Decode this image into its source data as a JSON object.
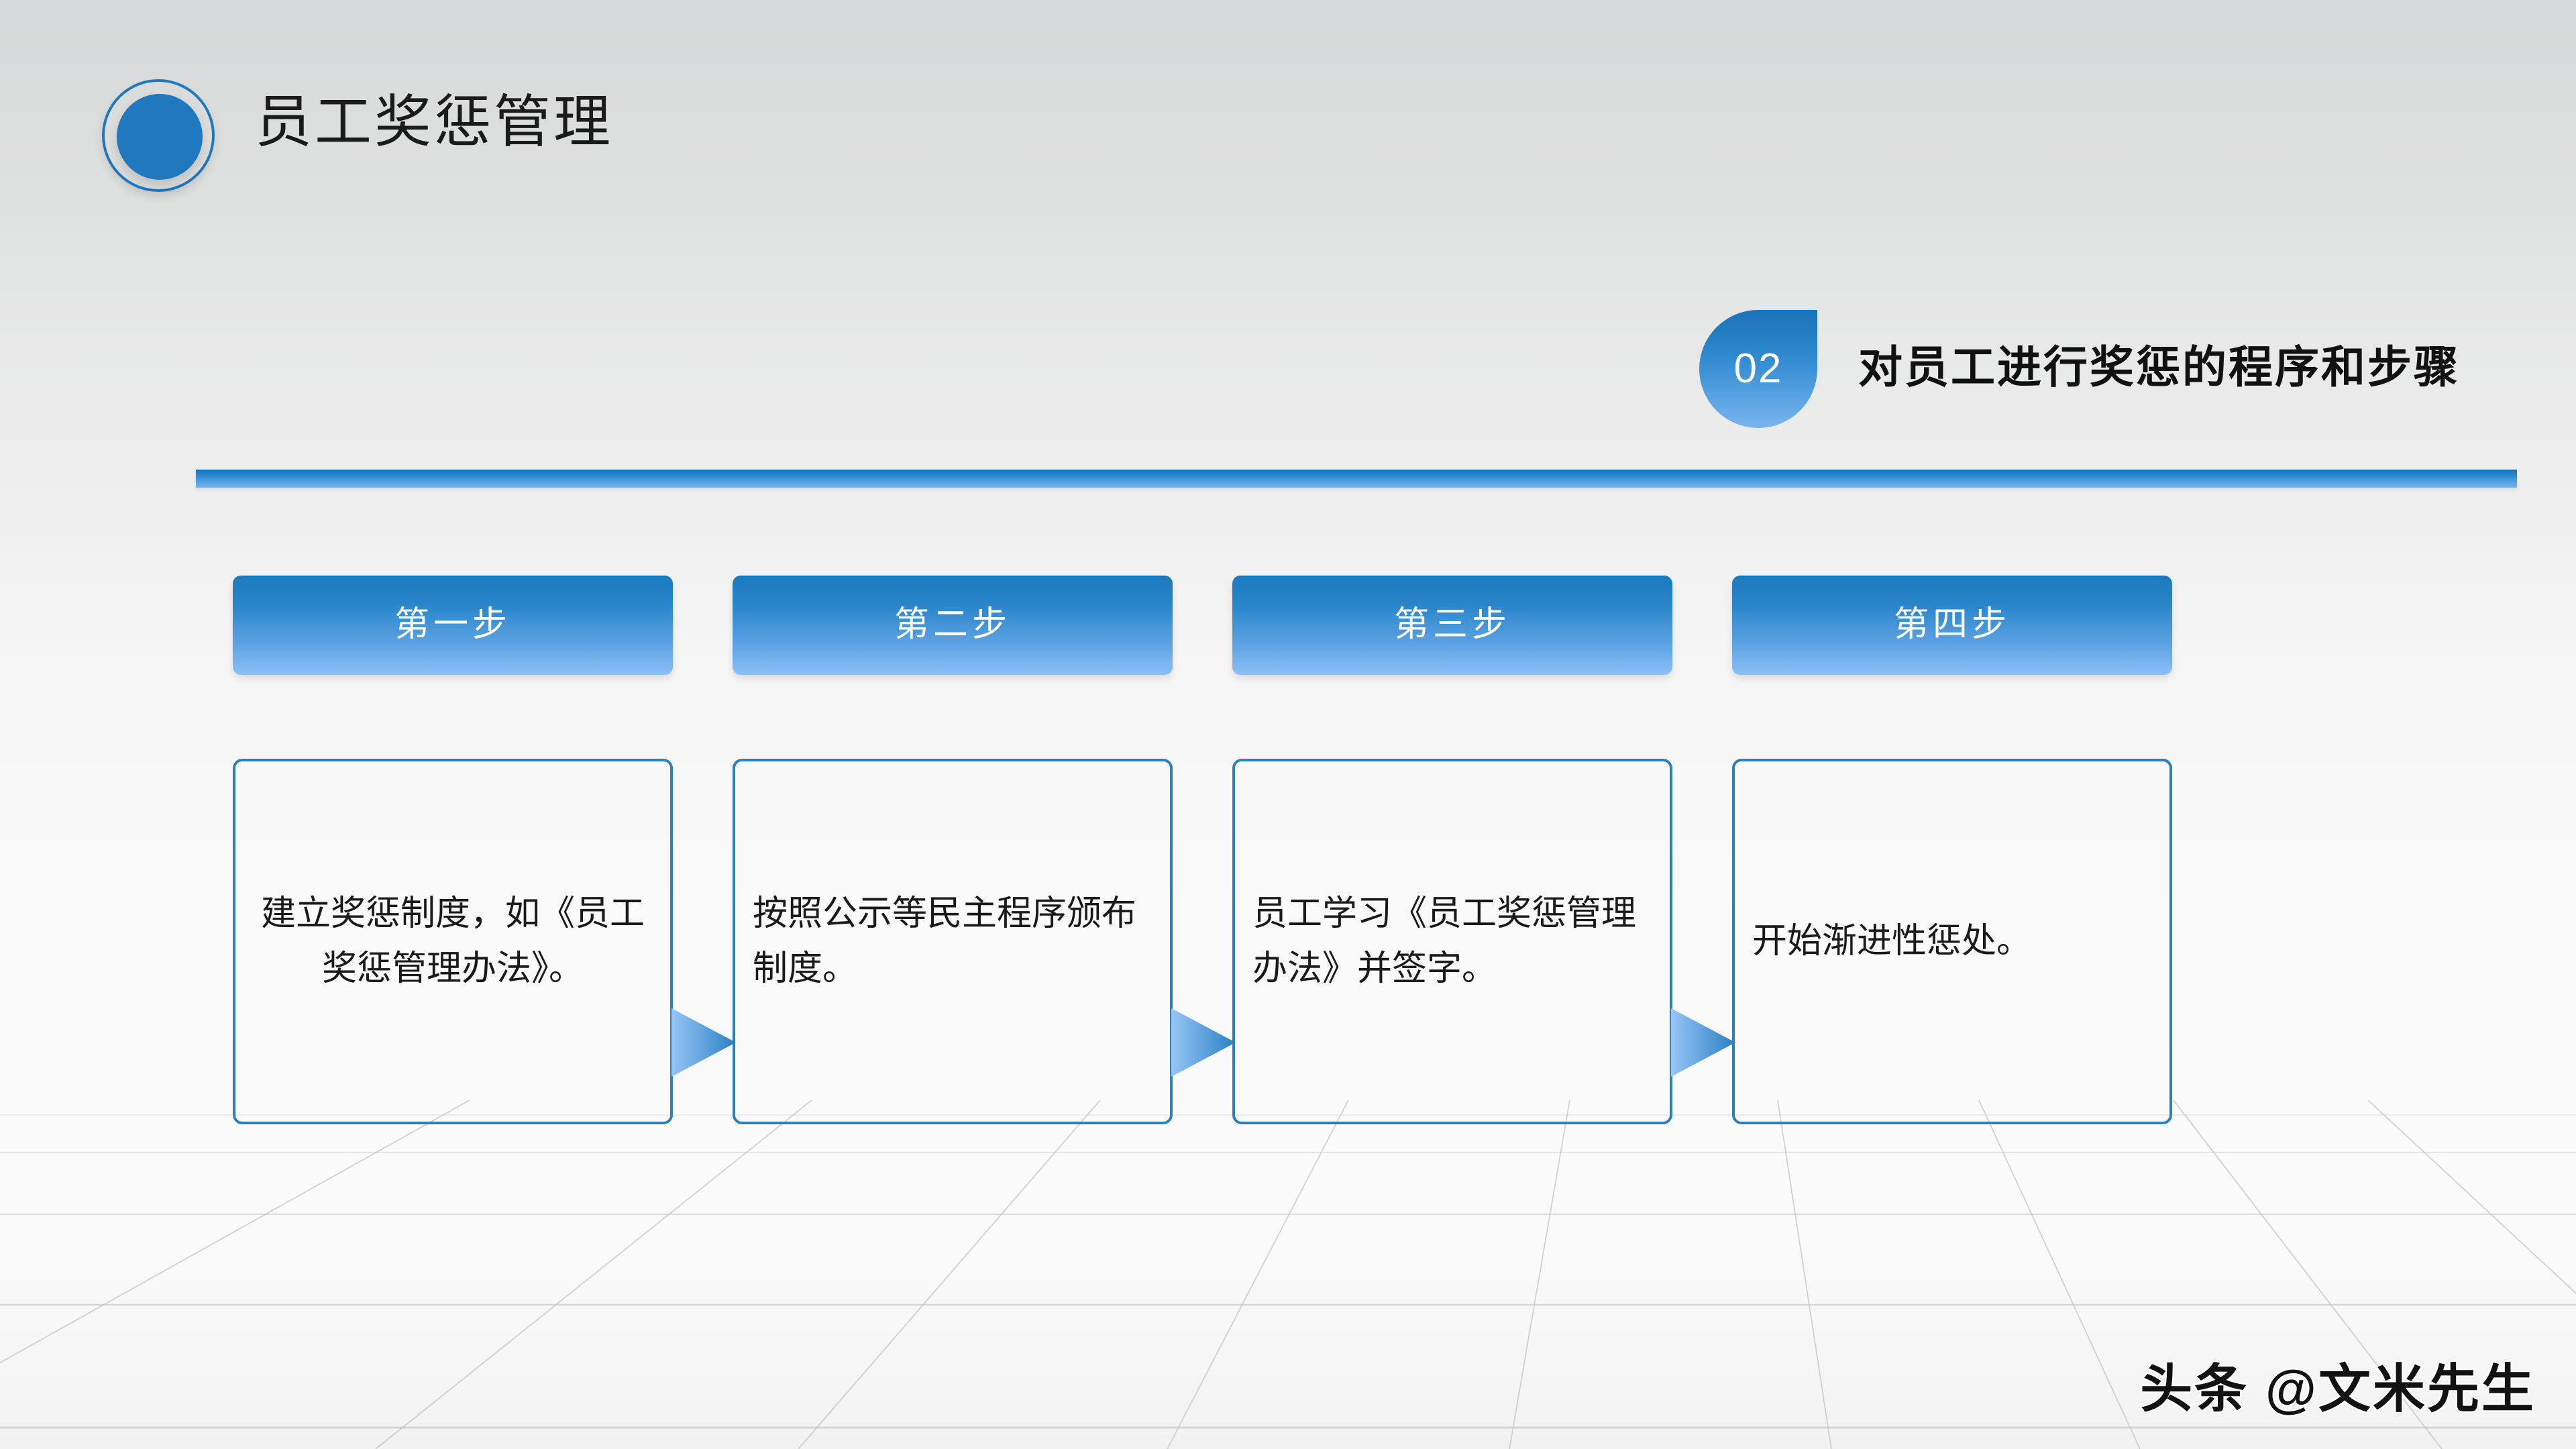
{
  "header": {
    "title": "员工奖惩管理",
    "logo_icon": "circle-badge-icon"
  },
  "section": {
    "number": "02",
    "title": "对员工进行奖惩的程序和步骤"
  },
  "steps": [
    {
      "label": "第一步",
      "text": "建立奖惩制度，如《员工奖惩管理办法》。",
      "align": "center"
    },
    {
      "label": "第二步",
      "text": "按照公示等民主程序颁布制度。",
      "align": "left"
    },
    {
      "label": "第三步",
      "text": "员工学习《员工奖惩管理办法》并签字。",
      "align": "left"
    },
    {
      "label": "第四步",
      "text": "开始渐进性惩处。",
      "align": "left"
    }
  ],
  "arrows": [
    {
      "icon": "arrow-right-icon"
    },
    {
      "icon": "arrow-right-icon"
    },
    {
      "icon": "arrow-right-icon"
    }
  ],
  "watermark": {
    "text": "头条 @文米先生"
  },
  "colors": {
    "accent_blue": "#2079bf",
    "accent_blue_dark": "#1572b4",
    "accent_blue_light": "#8cc0f6",
    "box_border": "#2f80b8",
    "text_dark": "#1a1a1a",
    "background_top": "#d7d8d9",
    "background_bottom": "#f7f7f7"
  }
}
